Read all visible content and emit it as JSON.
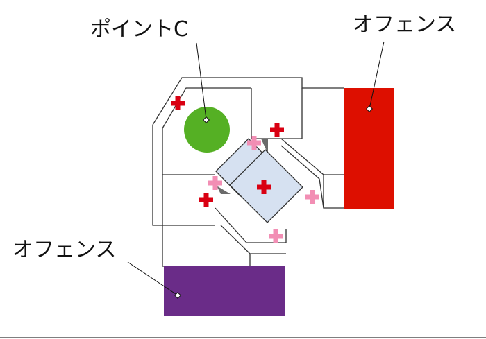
{
  "labels": {
    "point_c": "ポイントC",
    "offense_top_right": "オフェンス",
    "offense_bottom_left": "オフェンス"
  },
  "colors": {
    "offense_red": "#dd0f00",
    "offense_purple": "#6a2c88",
    "point_green": "#55b024",
    "platform_blue": "#d6e1f1",
    "cross_red": "#d90012",
    "cross_pink": "#f28eb4",
    "wall_line": "#333333"
  },
  "icons": {
    "cross": "plus-cross-icon",
    "anchor": "diamond-anchor-icon"
  }
}
